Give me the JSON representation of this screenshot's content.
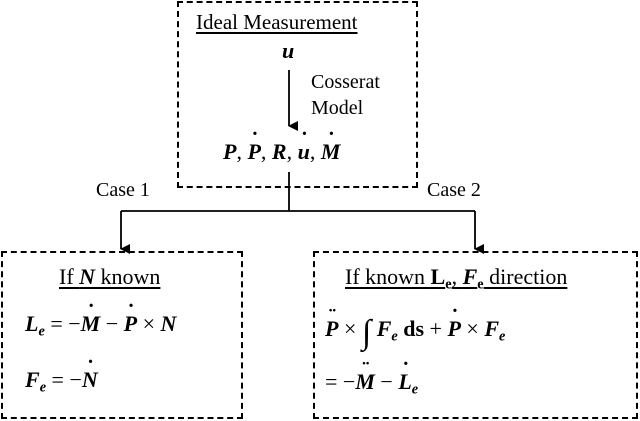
{
  "top_box": {
    "title": "Ideal Measurement",
    "input_var": "u",
    "model_label_line1": "Cosserat",
    "model_label_line2": "Model",
    "outputs": "P, Ṗ, R, u̇, Ṁ"
  },
  "branches": {
    "left_label": "Case 1",
    "right_label": "Case 2"
  },
  "left_box": {
    "title": "If N known",
    "eq1": "Lₑ = −Ṁ − Ṗ × N",
    "eq2": "Fₑ = −Ṅ"
  },
  "right_box": {
    "title": "If known Lₑ, Fₑ direction",
    "eq1": "P̈ × ∫ Fₑ ds + Ṗ × Fₑ",
    "eq2": "= −M̈ − L̇ₑ"
  }
}
